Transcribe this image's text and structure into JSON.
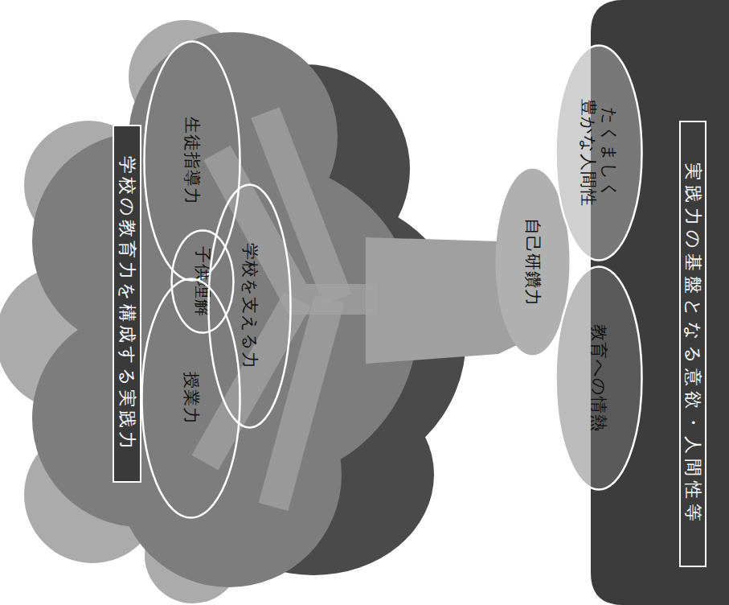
{
  "diagram": {
    "nodes": [
      {
        "text": [
          "学校の教育力を構成する実践力"
        ]
      },
      {
        "text": [
          "生徒指導力"
        ]
      },
      {
        "text": [
          "子供理解"
        ]
      },
      {
        "text": [
          "授業力"
        ]
      },
      {
        "text": [
          "学校を支える力"
        ]
      },
      {
        "text": [
          "自己研鑽力"
        ]
      },
      {
        "text": [
          "たくましく 豊かな人間性"
        ]
      },
      {
        "text": [
          "教育への情熱"
        ]
      },
      {
        "text": [
          "実践力の基盤となる意欲・人間性等"
        ]
      }
    ]
  }
}
